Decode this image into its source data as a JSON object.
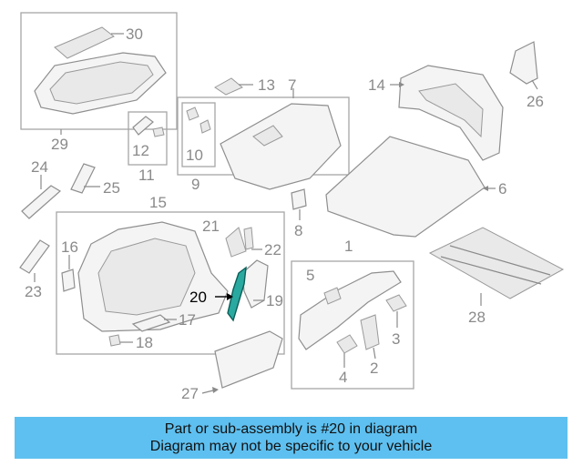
{
  "callouts": {
    "c1": "1",
    "c2": "2",
    "c3": "3",
    "c4": "4",
    "c5": "5",
    "c6": "6",
    "c7": "7",
    "c8": "8",
    "c9": "9",
    "c10": "10",
    "c11": "11",
    "c12": "12",
    "c13": "13",
    "c14": "14",
    "c15": "15",
    "c16": "16",
    "c17": "17",
    "c18": "18",
    "c19": "19",
    "c20": "20",
    "c21": "21",
    "c22": "22",
    "c23": "23",
    "c24": "24",
    "c25": "25",
    "c26": "26",
    "c27": "27",
    "c28": "28",
    "c29": "29",
    "c30": "30"
  },
  "highlighted_part": "20",
  "colors": {
    "banner": "#5ec0f0",
    "highlight_part": "#2aa9a0",
    "line_art": "#8a8a8a"
  },
  "banner": {
    "line1": "Part or sub-assembly is #20 in diagram",
    "line2": "Diagram may not be specific to your vehicle"
  }
}
